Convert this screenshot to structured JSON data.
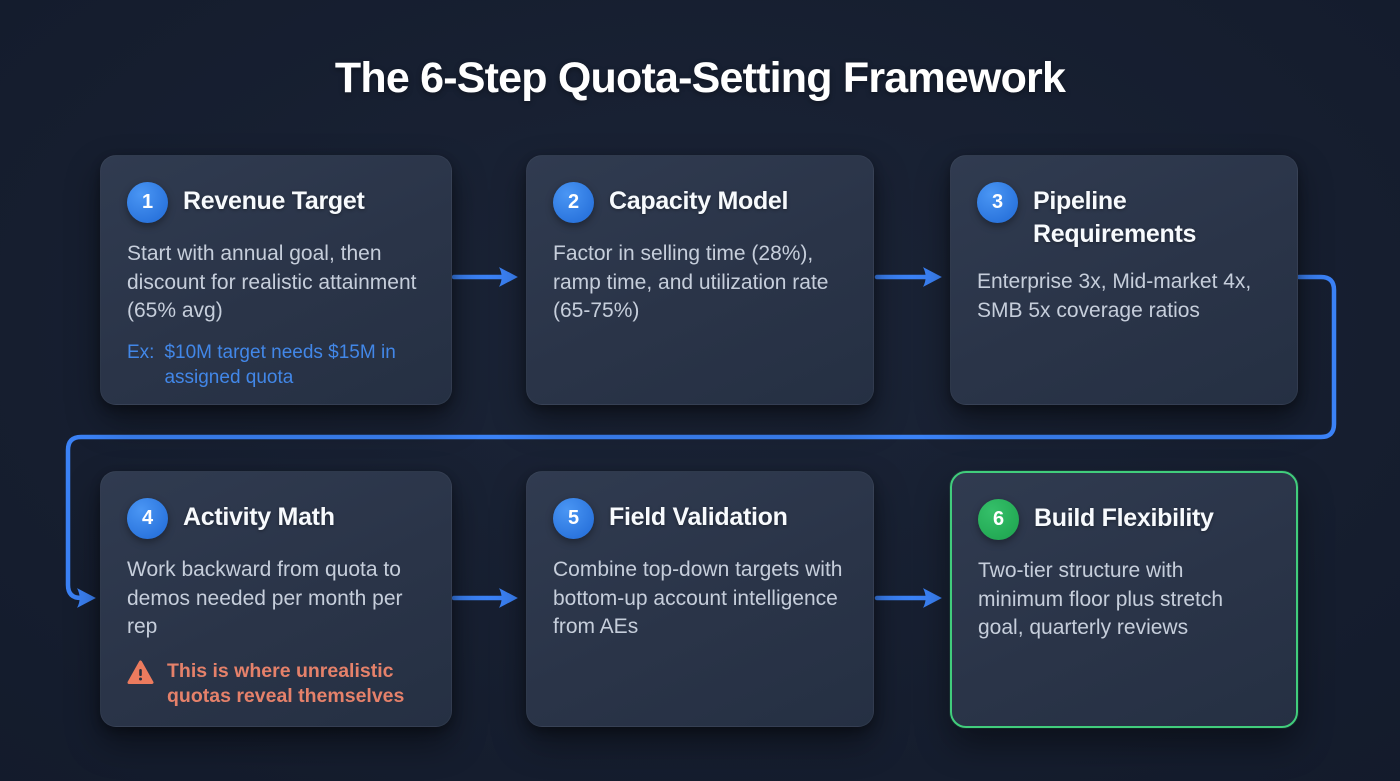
{
  "title": "The 6-Step Quota-Setting Framework",
  "colors": {
    "background": "#151d2e",
    "card_background": "#2a3448",
    "accent_blue": "#3b82f6",
    "badge_blue": "#2e7ce0",
    "success_green": "#41cd7c",
    "example_blue": "#4287e8",
    "warning_orange": "#e5816a",
    "text_primary": "#f7fafd",
    "text_secondary": "#c6cedb"
  },
  "steps": [
    {
      "number": "1",
      "title": "Revenue Target",
      "body": "Start with annual goal, then discount for realistic attainment (65% avg)",
      "note": {
        "prefix": "Ex:",
        "text": "$10M target needs $15M in assigned quota"
      }
    },
    {
      "number": "2",
      "title": "Capacity Model",
      "body": "Factor in selling time (28%), ramp time, and utilization rate (65-75%)"
    },
    {
      "number": "3",
      "title": "Pipeline Requirements",
      "body": "Enterprise 3x, Mid-market 4x, SMB 5x coverage ratios"
    },
    {
      "number": "4",
      "title": "Activity Math",
      "body": "Work backward from quota to demos needed per month per rep",
      "warning": {
        "icon": "warning-icon",
        "text": "This is where unrealistic quotas reveal themselves"
      }
    },
    {
      "number": "5",
      "title": "Field Validation",
      "body": "Combine top-down targets with bottom-up account intelligence from AEs"
    },
    {
      "number": "6",
      "title": "Build Flexibility",
      "body": "Two-tier structure with minimum floor plus stretch goal, quarterly reviews",
      "highlighted": true
    }
  ]
}
